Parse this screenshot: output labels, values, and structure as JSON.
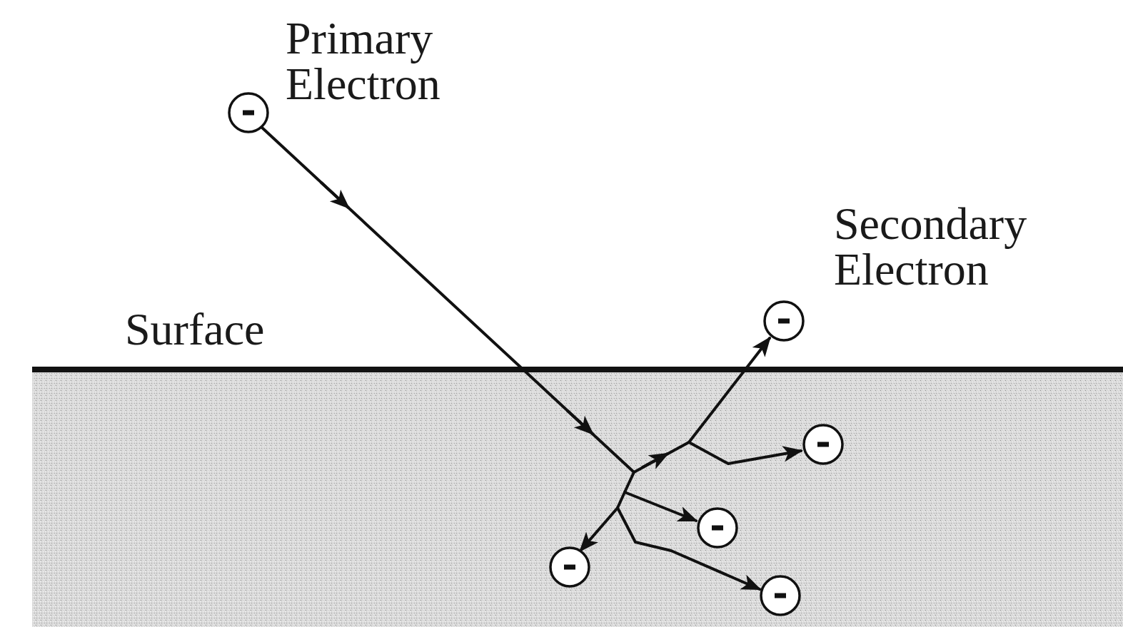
{
  "diagram": {
    "labels": [
      "Primary Electron",
      "Secondary Electron",
      "Surface"
    ]
  }
}
